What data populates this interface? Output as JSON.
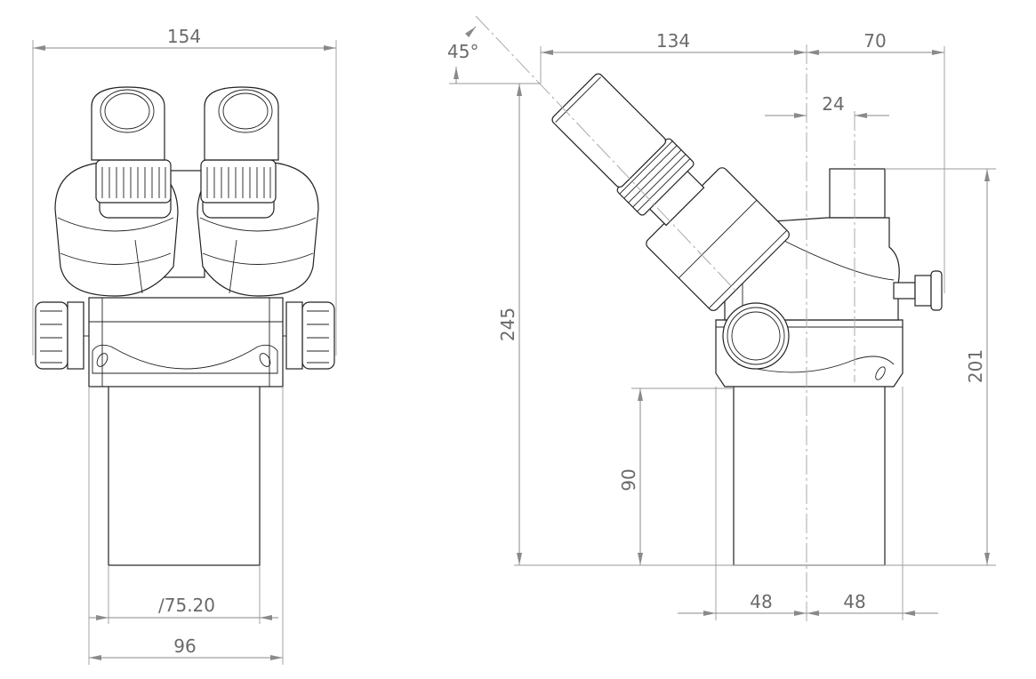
{
  "drawing": {
    "front_view": {
      "overall_width": "154",
      "tube_diameter": "∕75.20",
      "body_width": "96"
    },
    "side_view": {
      "eyepiece_angle": "45°",
      "eyepiece_offset": "134",
      "rear_offset": "70",
      "post_offset": "24",
      "overall_height": "245",
      "post_height": "201",
      "tube_length": "90",
      "half_width_left": "48",
      "half_width_right": "48"
    },
    "colors": {
      "line": "#222222",
      "dimension": "#8a8a8a"
    }
  }
}
